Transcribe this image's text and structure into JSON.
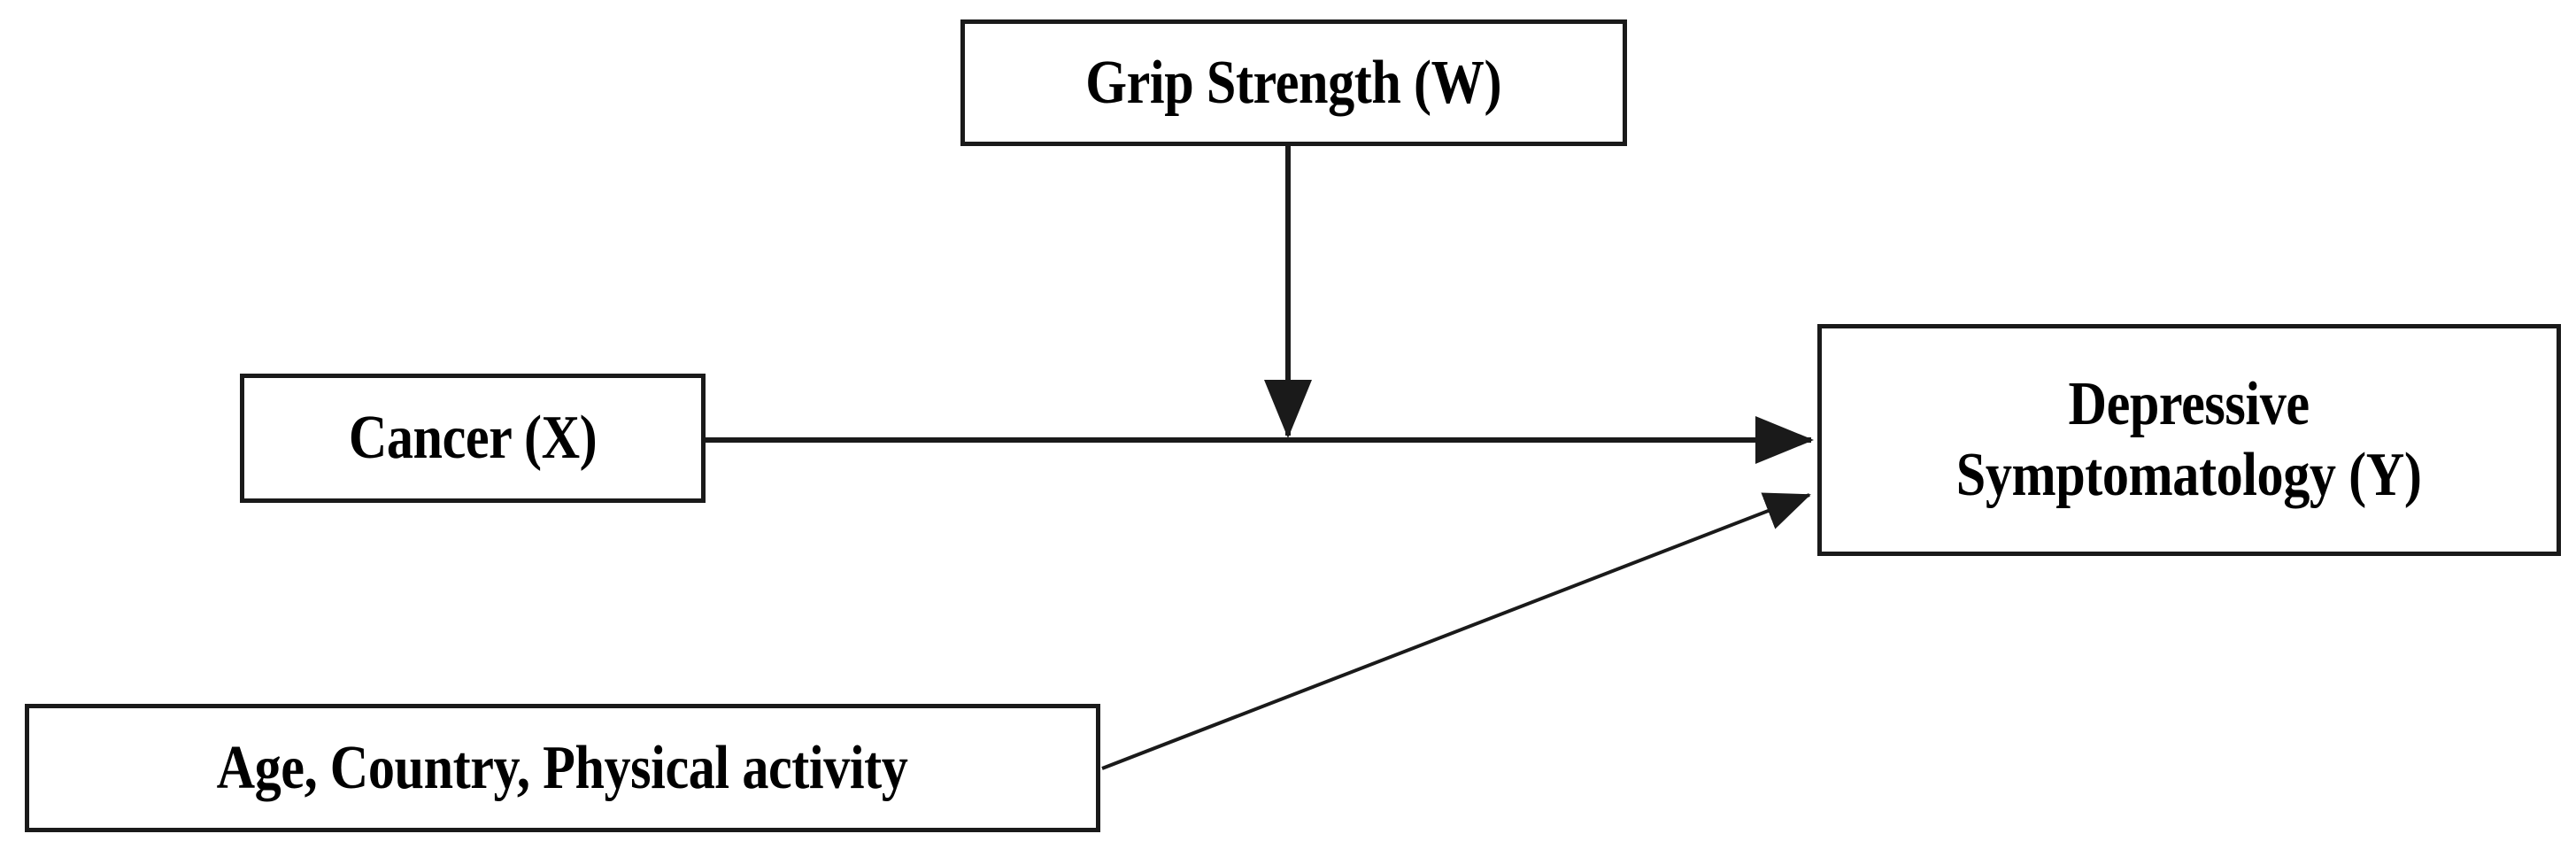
{
  "figure": {
    "type": "conceptual-path-diagram",
    "background_color": "#ffffff",
    "line_color": "#1a1a1a",
    "text_color": "#000000"
  },
  "nodes": {
    "grip_strength": {
      "label": "Grip Strength (W)",
      "role": "moderator"
    },
    "cancer": {
      "label": "Cancer (X)",
      "role": "independent-variable"
    },
    "depressive": {
      "label": "Depressive\nSymptomatology (Y)",
      "role": "dependent-variable"
    },
    "covariates": {
      "label": "Age, Country, Physical activity",
      "role": "covariates"
    }
  },
  "edges": [
    {
      "name": "cancer-to-depressive",
      "from": "cancer",
      "to": "depressive",
      "style": "solid-arrow",
      "label": ""
    },
    {
      "name": "grip-strength-moderates-path",
      "from": "grip_strength",
      "to": "cancer-to-depressive",
      "style": "solid-arrow",
      "label": ""
    },
    {
      "name": "covariates-to-depressive",
      "from": "covariates",
      "to": "depressive",
      "style": "solid-arrow",
      "label": ""
    }
  ]
}
